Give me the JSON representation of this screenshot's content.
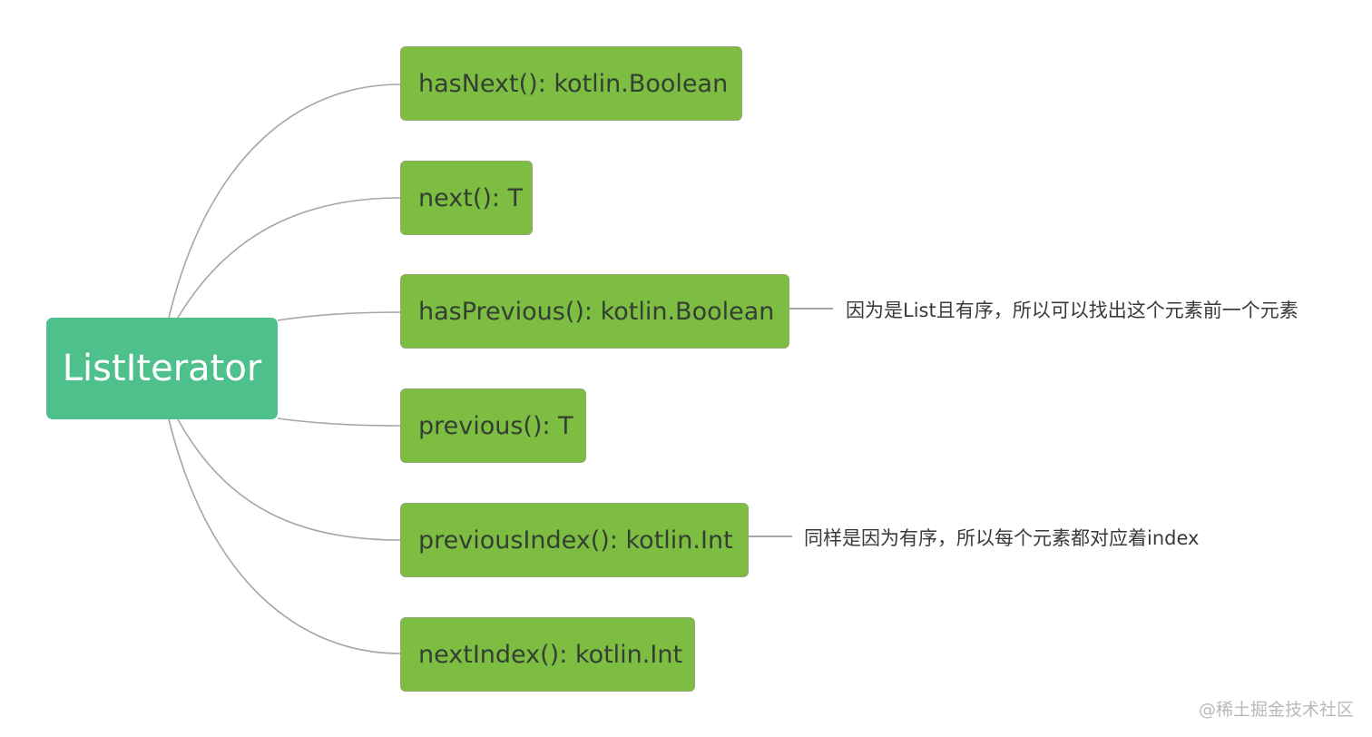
{
  "root": {
    "label": "ListIterator"
  },
  "branches": [
    {
      "label": "hasNext(): kotlin.Boolean",
      "note": ""
    },
    {
      "label": "next(): T",
      "note": ""
    },
    {
      "label": "hasPrevious(): kotlin.Boolean",
      "note": "因为是List且有序，所以可以找出这个元素前一个元素"
    },
    {
      "label": "previous(): T",
      "note": ""
    },
    {
      "label": "previousIndex(): kotlin.Int",
      "note": "同样是因为有序，所以每个元素都对应着index"
    },
    {
      "label": "nextIndex(): kotlin.Int",
      "note": ""
    }
  ],
  "watermark": "@稀土掘金技术社区",
  "colors": {
    "root_fill": "#4ec08c",
    "branch_fill": "#7cbd42",
    "connector": "#a6a6a6"
  }
}
